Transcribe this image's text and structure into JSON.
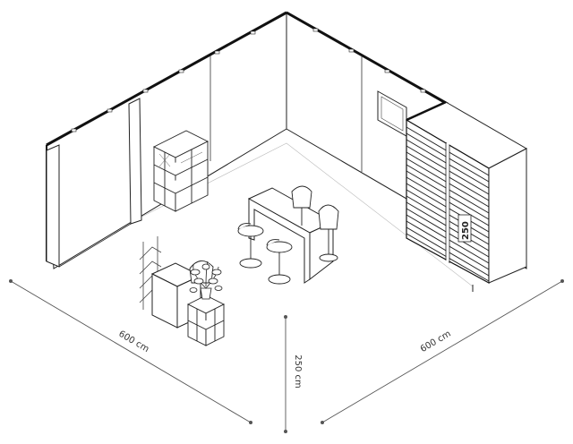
{
  "dimensions": {
    "left_width": "600 cm",
    "right_width": "600 cm",
    "height": "250 cm"
  },
  "storage_badge": "250",
  "colors": {
    "line": "#333333",
    "wall_fill": "#ffffff",
    "wall_edge": "#222222",
    "dim_line": "#555555"
  }
}
